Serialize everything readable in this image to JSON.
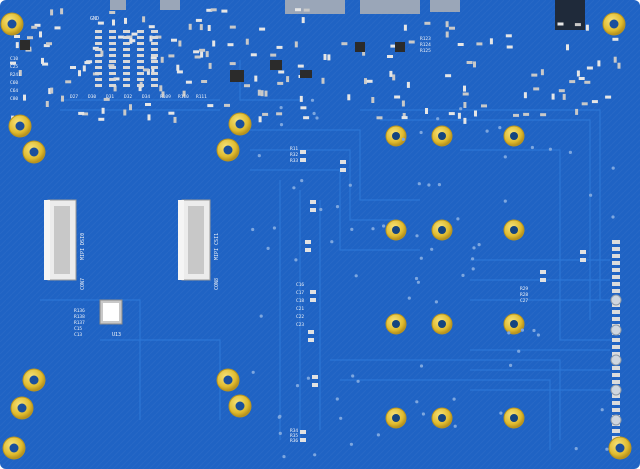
{
  "board": {
    "colors": {
      "pcb": "#1f63c4",
      "pcb_dark": "#1a56ad",
      "trace": "#2b74d6",
      "gold": "#e3c33b",
      "gold_dark": "#b89420",
      "silk": "#f2f4f8",
      "chip": "#2b2b2b",
      "smd": "#c9c9c9"
    },
    "silkscreen": {
      "mipi_dsi": "MIPI DSI0",
      "mipi_csi": "MIPI CSI1",
      "con_left": "CON7",
      "con_right": "CON8",
      "gnd": "GND",
      "u_chip": "U13",
      "r_left": [
        "R136",
        "R138",
        "R137",
        "C15",
        "C13"
      ],
      "r_mid": [
        "R11",
        "R32",
        "R33"
      ],
      "r_top_right": [
        "R123",
        "R124",
        "R125"
      ],
      "cap_labels": [
        "C16",
        "C17",
        "C18",
        "C21",
        "C22",
        "C23"
      ],
      "r_bottom": [
        "R34",
        "R35",
        "R36"
      ],
      "r_right": [
        "R29",
        "R28",
        "C27"
      ],
      "r_topleft": [
        "C10",
        "C25",
        "R241",
        "C60",
        "C64",
        "C80"
      ],
      "r_top_row": [
        "D27",
        "D30",
        "D31",
        "D32",
        "D34",
        "R109",
        "R110",
        "R111"
      ]
    }
  }
}
